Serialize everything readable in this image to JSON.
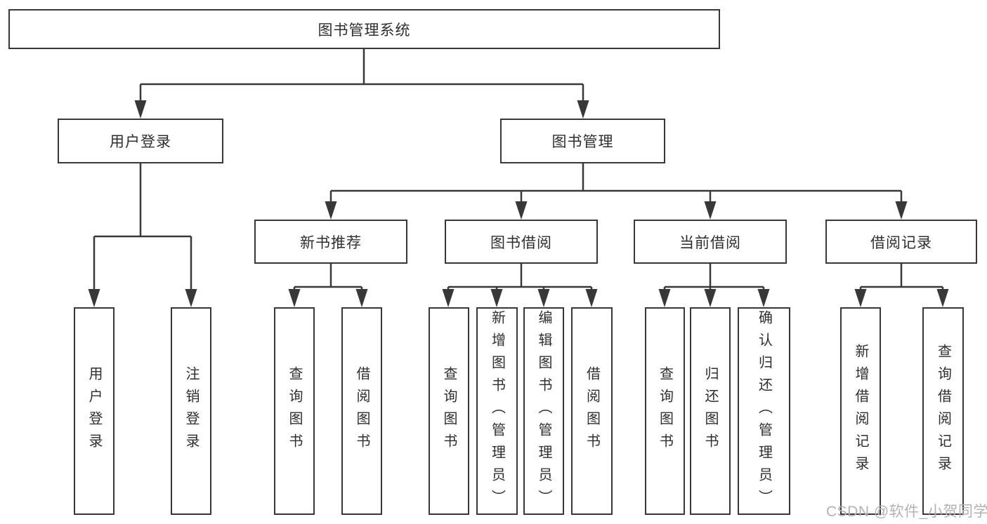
{
  "diagram": {
    "root": {
      "label": "图书管理系统",
      "children": [
        {
          "label": "用户登录",
          "children": [
            {
              "label": "用户登录"
            },
            {
              "label": "注销登录"
            }
          ]
        },
        {
          "label": "图书管理",
          "children": [
            {
              "label": "新书推荐",
              "children": [
                {
                  "label": "查询图书"
                },
                {
                  "label": "借阅图书"
                }
              ]
            },
            {
              "label": "图书借阅",
              "children": [
                {
                  "label": "查询图书"
                },
                {
                  "label": "新增图书（管理员）"
                },
                {
                  "label": "编辑图书（管理员）"
                },
                {
                  "label": "借阅图书"
                }
              ]
            },
            {
              "label": "当前借阅",
              "children": [
                {
                  "label": "查询图书"
                },
                {
                  "label": "归还图书"
                },
                {
                  "label": "确认归还（管理员）"
                }
              ]
            },
            {
              "label": "借阅记录",
              "children": [
                {
                  "label": "新增借阅记录"
                },
                {
                  "label": "查询借阅记录"
                }
              ]
            }
          ]
        }
      ]
    }
  },
  "watermark": {
    "text": "CSDN @软件_小贺同学"
  },
  "colors": {
    "line": "#383838",
    "box_border": "#383838",
    "text": "#2e2e2e",
    "watermark": "#b2b2b2",
    "background": "#ffffff"
  }
}
